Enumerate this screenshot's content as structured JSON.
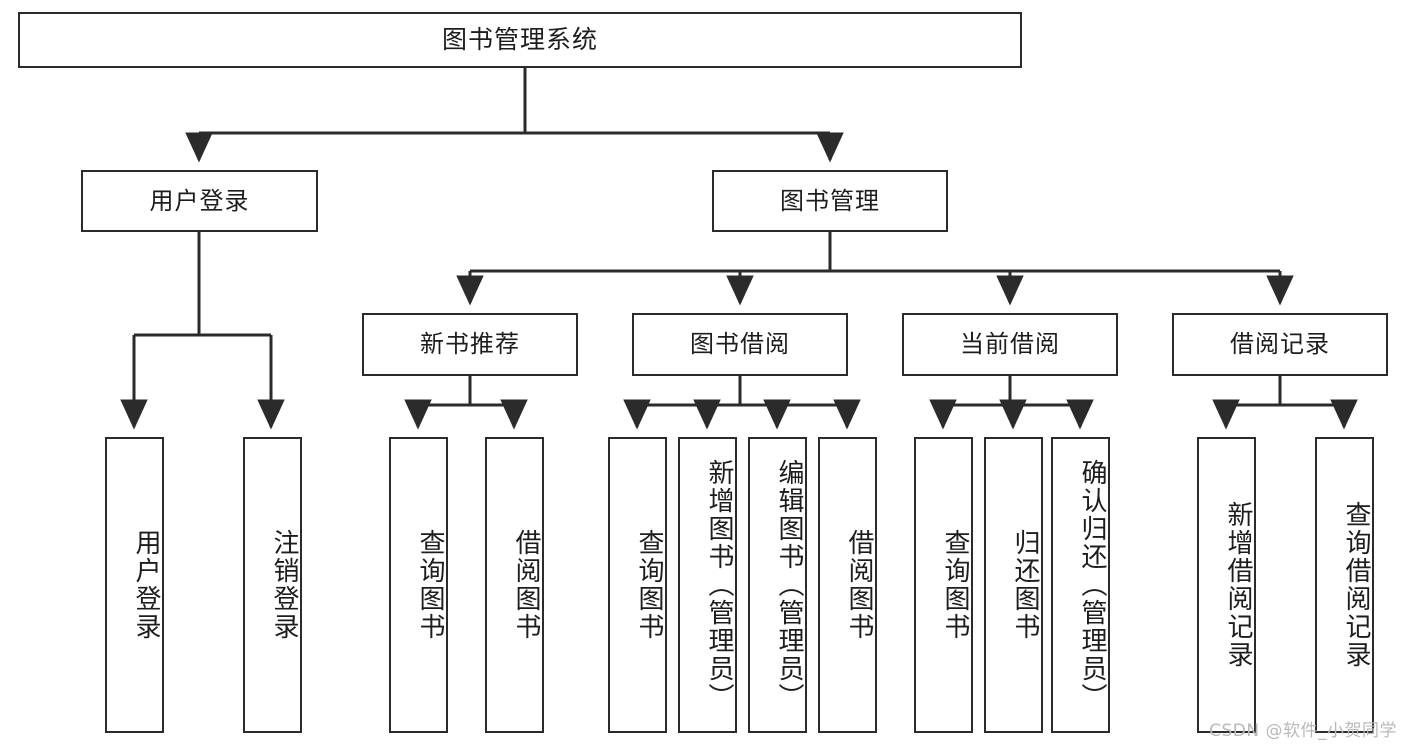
{
  "diagram": {
    "title": "图书管理系统",
    "type": "hierarchy-tree",
    "root": {
      "id": "root",
      "label": "图书管理系统"
    },
    "level2": [
      {
        "id": "user-login",
        "label": "用户登录"
      },
      {
        "id": "book-management",
        "label": "图书管理"
      }
    ],
    "level3": [
      {
        "id": "new-book-recommend",
        "label": "新书推荐",
        "parent": "book-management"
      },
      {
        "id": "book-borrow",
        "label": "图书借阅",
        "parent": "book-management"
      },
      {
        "id": "current-borrow",
        "label": "当前借阅",
        "parent": "book-management"
      },
      {
        "id": "borrow-record",
        "label": "借阅记录",
        "parent": "book-management"
      }
    ],
    "leaves": [
      {
        "id": "leaf-user-login",
        "label": "用户登录",
        "parent": "user-login"
      },
      {
        "id": "leaf-logout-login",
        "label": "注销登录",
        "parent": "user-login"
      },
      {
        "id": "leaf-query-book-1",
        "label": "查询图书",
        "parent": "new-book-recommend"
      },
      {
        "id": "leaf-borrow-book-1",
        "label": "借阅图书",
        "parent": "new-book-recommend"
      },
      {
        "id": "leaf-query-book-2",
        "label": "查询图书",
        "parent": "book-borrow"
      },
      {
        "id": "leaf-add-book",
        "label": "新增图书（管理员）",
        "parent": "book-borrow"
      },
      {
        "id": "leaf-edit-book",
        "label": "编辑图书（管理员）",
        "parent": "book-borrow"
      },
      {
        "id": "leaf-borrow-book-2",
        "label": "借阅图书",
        "parent": "book-borrow"
      },
      {
        "id": "leaf-query-book-3",
        "label": "查询图书",
        "parent": "current-borrow"
      },
      {
        "id": "leaf-return-book",
        "label": "归还图书",
        "parent": "current-borrow"
      },
      {
        "id": "leaf-confirm-return",
        "label": "确认归还（管理员）",
        "parent": "current-borrow"
      },
      {
        "id": "leaf-add-record",
        "label": "新增借阅记录",
        "parent": "borrow-record"
      },
      {
        "id": "leaf-query-record",
        "label": "查询借阅记录",
        "parent": "borrow-record"
      }
    ],
    "watermark": "CSDN @软件_小贺同学",
    "colors": {
      "stroke": "#2b2b2b",
      "fill": "#ffffff",
      "text": "#1d1d1d",
      "watermark": "#b9b9b9"
    }
  }
}
